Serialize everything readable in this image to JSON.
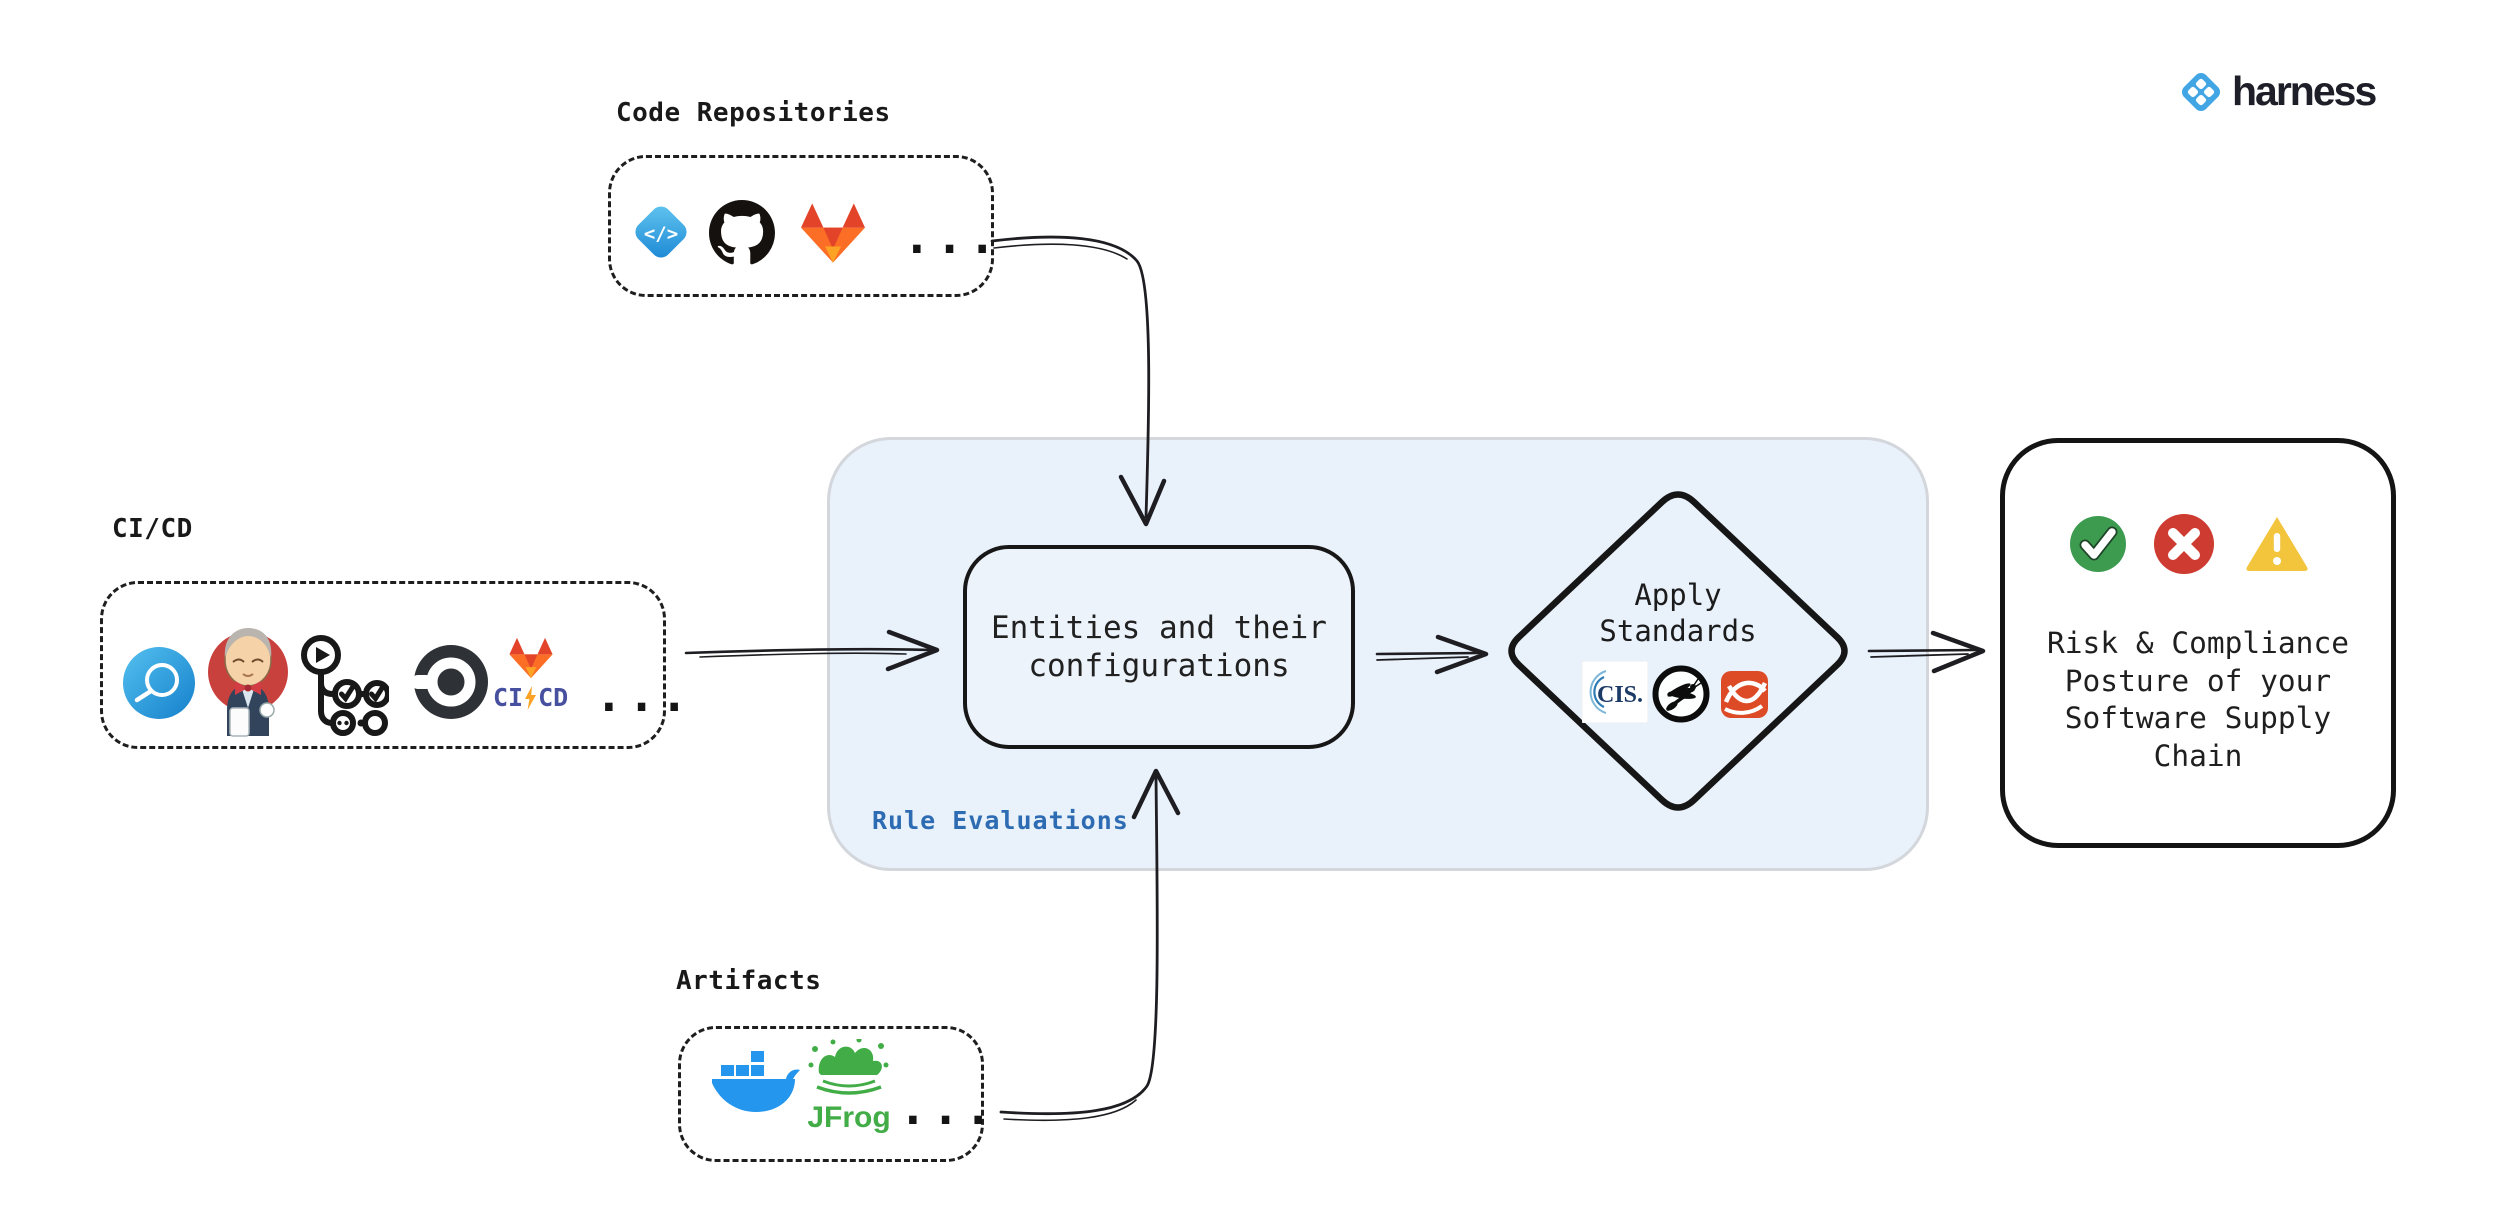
{
  "brand": {
    "wordmark": "harness",
    "mark_color": "#42a6e4",
    "text_color": "#1e1e28"
  },
  "groups": {
    "code_repositories": {
      "label": "Code Repositories",
      "icons": [
        "harness-code",
        "github",
        "gitlab"
      ],
      "more": "..."
    },
    "cicd": {
      "label": "CI/CD",
      "icons": [
        "harness-ci",
        "jenkins",
        "github-actions",
        "circleci",
        "gitlab-cicd"
      ],
      "badge_ci": "CI",
      "badge_cd": "CD",
      "more": "..."
    },
    "artifacts": {
      "label": "Artifacts",
      "icons": [
        "docker",
        "jfrog"
      ],
      "jfrog_wordmark": "JFrog",
      "more": "..."
    }
  },
  "panel": {
    "label": "Rule Evaluations",
    "label_color": "#2d6cb3",
    "fill": "#e9f1fb"
  },
  "nodes": {
    "entities": {
      "text": "Entities and their\nconfigurations"
    },
    "apply_standards": {
      "text": "Apply\nStandards",
      "icons": [
        "cis",
        "owasp",
        "ribbon-standard"
      ],
      "cis_text": "CIS."
    },
    "outcome": {
      "text": "Risk & Compliance\nPosture of your\nSoftware Supply\nChain",
      "icons": [
        "check",
        "cross",
        "warning"
      ],
      "status_colors": {
        "pass": "#3d9b50",
        "fail": "#ce3b31",
        "warn": "#f2c53d"
      }
    }
  }
}
